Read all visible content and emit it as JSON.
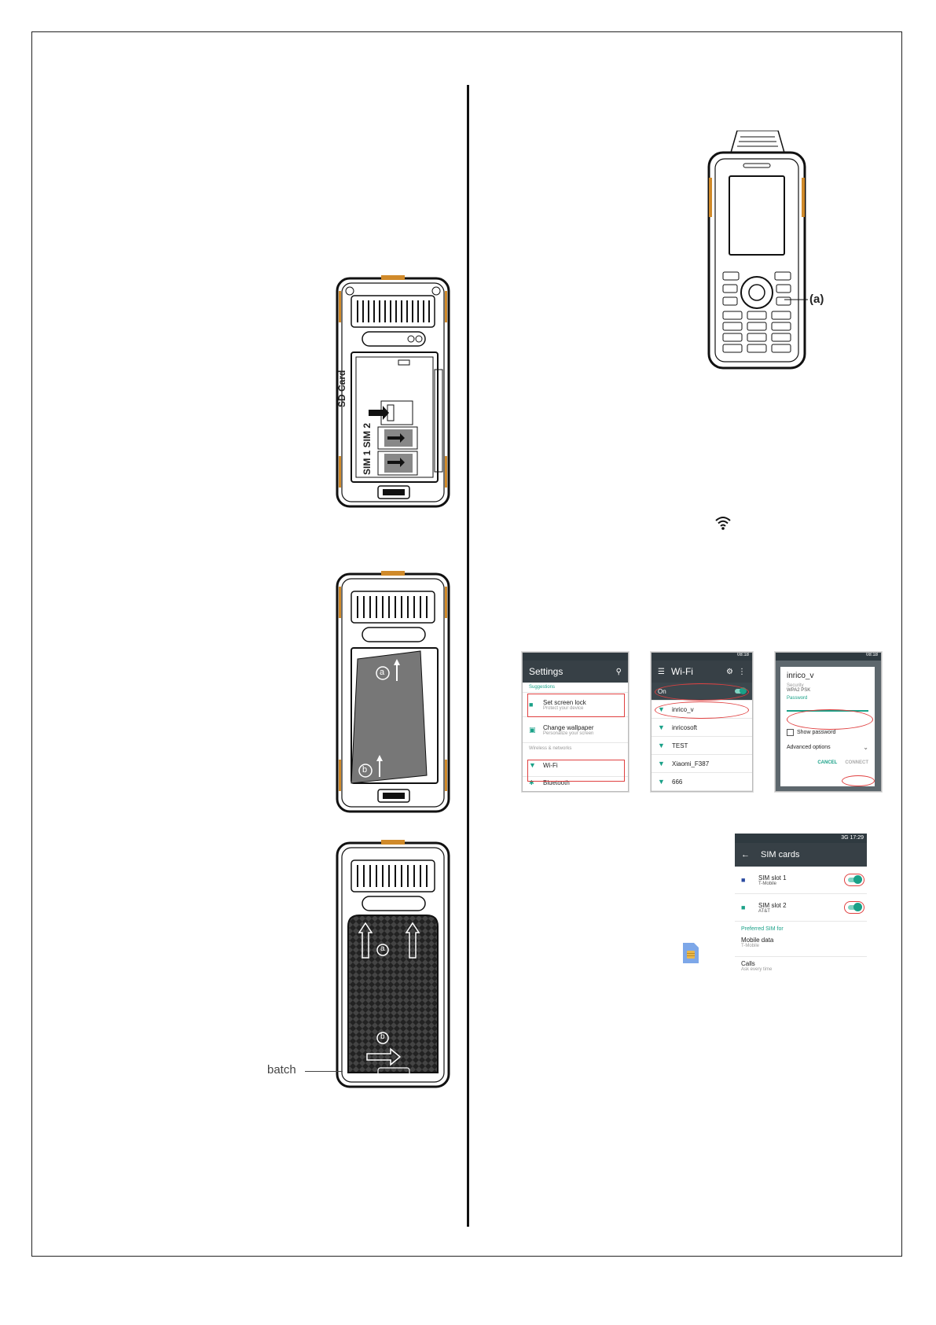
{
  "diagram1": {
    "sd_label": "SD Card",
    "sim_label": "SIM 1 SIM 2"
  },
  "diagram2": {
    "mark_a": "a",
    "mark_b": "b"
  },
  "diagram3": {
    "mark_a": "a",
    "mark_b": "b",
    "callout": "batch"
  },
  "phone_front": {
    "callout": "(a)"
  },
  "wifi_icon": "wifi-icon",
  "sim_icon": "sim-card-icon",
  "settings_screen": {
    "title": "Settings",
    "suggestions": "Suggestions",
    "item1_title": "Set screen lock",
    "item1_sub": "Protect your device",
    "item2_title": "Change wallpaper",
    "item2_sub": "Personalize your screen",
    "section": "Wireless & networks",
    "wifi": "Wi-Fi",
    "bluetooth": "Bluetooth"
  },
  "wifi_screen": {
    "title": "Wi-Fi",
    "time": "08:18",
    "toggle": "On",
    "networks": [
      "inrico_v",
      "inricosoft",
      "TEST",
      "Xiaomi_F387",
      "666"
    ]
  },
  "wifi_dialog": {
    "time": "08:18",
    "ssid": "inrico_v",
    "security_label": "Security",
    "security_value": "WPA2 PSK",
    "password_label": "Password",
    "show_password": "Show password",
    "advanced": "Advanced options",
    "cancel": "CANCEL",
    "connect": "CONNECT"
  },
  "sim_screen": {
    "status": "3G 17:29",
    "title": "SIM cards",
    "slot1_title": "SIM slot 1",
    "slot1_sub": "T-Mobile",
    "slot2_title": "SIM slot 2",
    "slot2_sub": "AT&T",
    "preferred": "Preferred SIM for",
    "mobile_data": "Mobile data",
    "mobile_data_sub": "T-Mobile",
    "calls": "Calls",
    "calls_sub": "Ask every time"
  },
  "colors": {
    "accent": "#1aa188",
    "highlight": "#e04040",
    "orange": "#d08a2a"
  }
}
